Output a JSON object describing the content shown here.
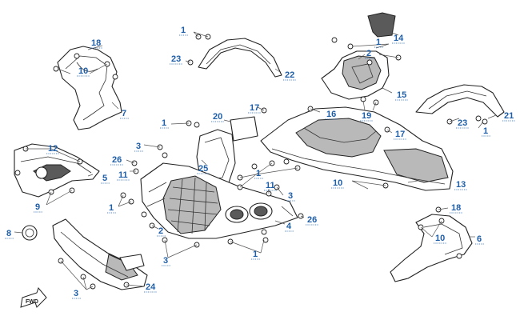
{
  "diagram": {
    "callouts": [
      {
        "id": "c1a",
        "text": "1"
      },
      {
        "id": "c1b",
        "text": "1"
      },
      {
        "id": "c1c",
        "text": "1"
      },
      {
        "id": "c1d",
        "text": "1"
      },
      {
        "id": "c1e",
        "text": "1"
      },
      {
        "id": "c1f",
        "text": "1"
      },
      {
        "id": "c1g",
        "text": "1"
      },
      {
        "id": "c2a",
        "text": "2"
      },
      {
        "id": "c2b",
        "text": "2"
      },
      {
        "id": "c3a",
        "text": "3"
      },
      {
        "id": "c3b",
        "text": "3"
      },
      {
        "id": "c3c",
        "text": "3"
      },
      {
        "id": "c3d",
        "text": "3"
      },
      {
        "id": "c4",
        "text": "4"
      },
      {
        "id": "c5",
        "text": "5"
      },
      {
        "id": "c6",
        "text": "6"
      },
      {
        "id": "c7",
        "text": "7"
      },
      {
        "id": "c8",
        "text": "8"
      },
      {
        "id": "c9",
        "text": "9"
      },
      {
        "id": "c10a",
        "text": "10"
      },
      {
        "id": "c10b",
        "text": "10"
      },
      {
        "id": "c10c",
        "text": "10"
      },
      {
        "id": "c11a",
        "text": "11"
      },
      {
        "id": "c11b",
        "text": "11"
      },
      {
        "id": "c12",
        "text": "12"
      },
      {
        "id": "c13",
        "text": "13"
      },
      {
        "id": "c14",
        "text": "14"
      },
      {
        "id": "c15",
        "text": "15"
      },
      {
        "id": "c16",
        "text": "16"
      },
      {
        "id": "c17a",
        "text": "17"
      },
      {
        "id": "c17b",
        "text": "17"
      },
      {
        "id": "c18a",
        "text": "18"
      },
      {
        "id": "c18b",
        "text": "18"
      },
      {
        "id": "c19",
        "text": "19"
      },
      {
        "id": "c20",
        "text": "20"
      },
      {
        "id": "c21",
        "text": "21"
      },
      {
        "id": "c22",
        "text": "22"
      },
      {
        "id": "c23a",
        "text": "23"
      },
      {
        "id": "c23b",
        "text": "23"
      },
      {
        "id": "c24",
        "text": "24"
      },
      {
        "id": "c25",
        "text": "25"
      },
      {
        "id": "c26a",
        "text": "26"
      },
      {
        "id": "c26b",
        "text": "26"
      }
    ],
    "fwd_label": "FWD",
    "colors": {
      "callout": "#1f5fa8",
      "line": "#222222",
      "shade": "#b9b9b9"
    }
  }
}
